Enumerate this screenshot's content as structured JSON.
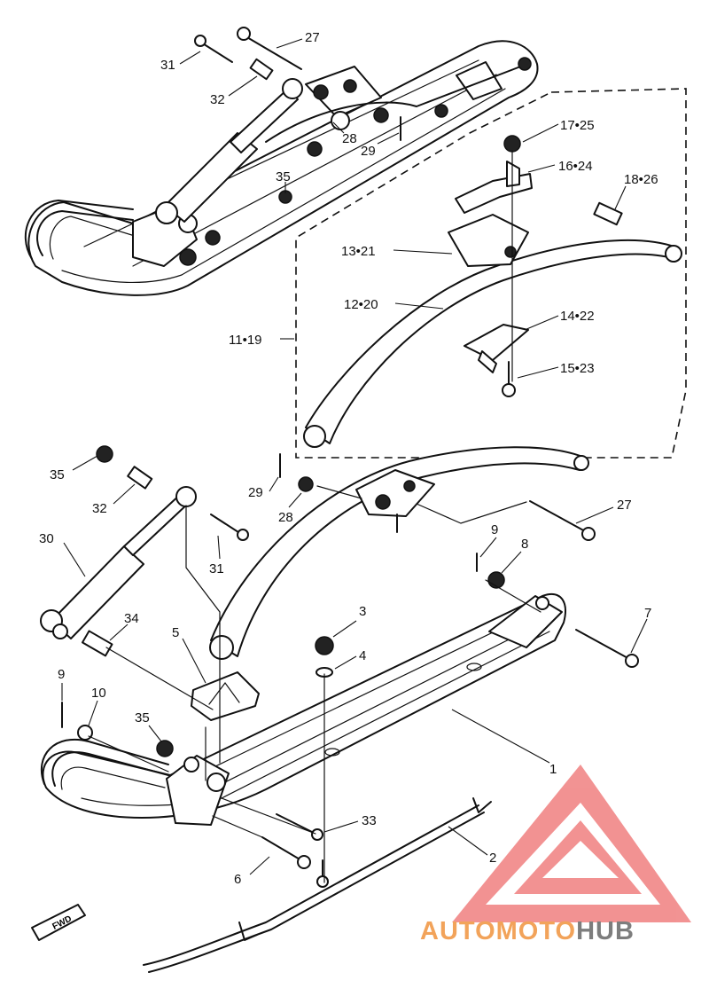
{
  "diagram": {
    "callouts": {
      "c27a": "27",
      "c31a": "31",
      "c32a": "32",
      "c28a": "28",
      "c29a": "29",
      "c35a": "35",
      "c17": "17•25",
      "c16": "16•24",
      "c18": "18•26",
      "c13": "13•21",
      "c12": "12•20",
      "c11": "11•19",
      "c14": "14•22",
      "c15": "15•23",
      "c35b": "35",
      "c32b": "32",
      "c29b": "29",
      "c28b": "28",
      "c27b": "27",
      "c9a": "9",
      "c8": "8",
      "c30": "30",
      "c31b": "31",
      "c34": "34",
      "c5": "5",
      "c3": "3",
      "c4": "4",
      "c7": "7",
      "c9b": "9",
      "c10": "10",
      "c35c": "35",
      "c1": "1",
      "c33": "33",
      "c2": "2",
      "c6": "6"
    },
    "fwd_label": "FWD"
  },
  "watermark": {
    "part1": "AUTO",
    "part2": "MOTO",
    "part3": "HUB",
    "logo_color": "#f08080",
    "text_color_orange": "#f2a35a",
    "text_color_gray": "#7d7d7d"
  }
}
